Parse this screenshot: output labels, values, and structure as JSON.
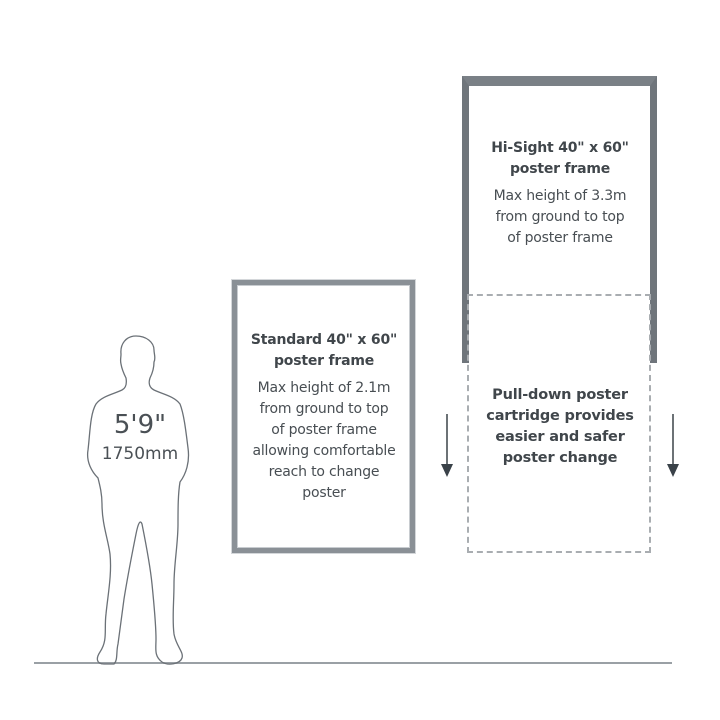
{
  "person": {
    "height_imperial": "5'9\"",
    "height_metric": "1750mm"
  },
  "standard_frame": {
    "title_line1": "Standard 40\" x 60\"",
    "title_line2": "poster frame",
    "desc_lines": [
      "Max height of 2.1m",
      "from ground to top",
      "of poster frame",
      "allowing comfortable",
      "reach to change",
      "poster"
    ]
  },
  "hisight_frame": {
    "title_line1": "Hi-Sight 40\" x 60\"",
    "title_line2": "poster frame",
    "desc_lines": [
      "Max height of 3.3m",
      "from ground to top",
      "of poster frame"
    ]
  },
  "cartridge": {
    "lines": [
      "Pull-down poster",
      "cartridge provides",
      "easier and safer",
      "poster change"
    ]
  },
  "colors": {
    "frame_dark": "#6f757b",
    "frame_light": "#8a9096",
    "dashed": "#a9adb1",
    "arrow": "#3a4249",
    "ground": "#9aa0a5"
  }
}
